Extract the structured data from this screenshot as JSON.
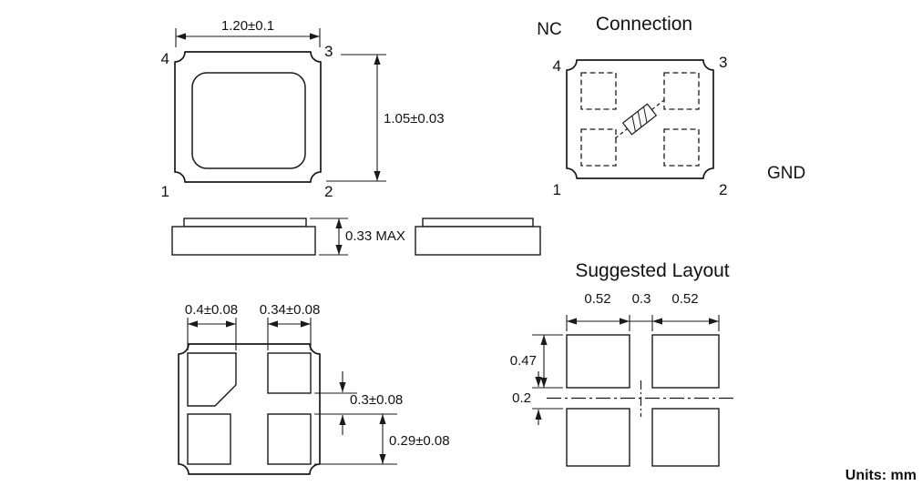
{
  "units_label": "Units: mm",
  "top_view": {
    "dim_width": "1.20±0.1",
    "dim_height": "1.05±0.03",
    "pin_tl": "4",
    "pin_tr": "3",
    "pin_bl": "1",
    "pin_br": "2"
  },
  "connection_view": {
    "nc_label": "NC",
    "title": "Connection",
    "gnd_label": "GND",
    "pin_tl": "4",
    "pin_tr": "3",
    "pin_bl": "1",
    "pin_br": "2"
  },
  "side_view": {
    "dim_height": "0.33 MAX"
  },
  "bottom_view": {
    "dim_pad_left_width": "0.4±0.08",
    "dim_pad_right_width": "0.34±0.08",
    "dim_pad_gap": "0.3±0.08",
    "dim_pad_height": "0.29±0.08"
  },
  "suggested_layout": {
    "title": "Suggested Layout",
    "dim_pad_width_left": "0.52",
    "dim_col_gap": "0.3",
    "dim_pad_width_right": "0.52",
    "dim_pad_height": "0.47",
    "dim_row_gap": "0.2"
  }
}
